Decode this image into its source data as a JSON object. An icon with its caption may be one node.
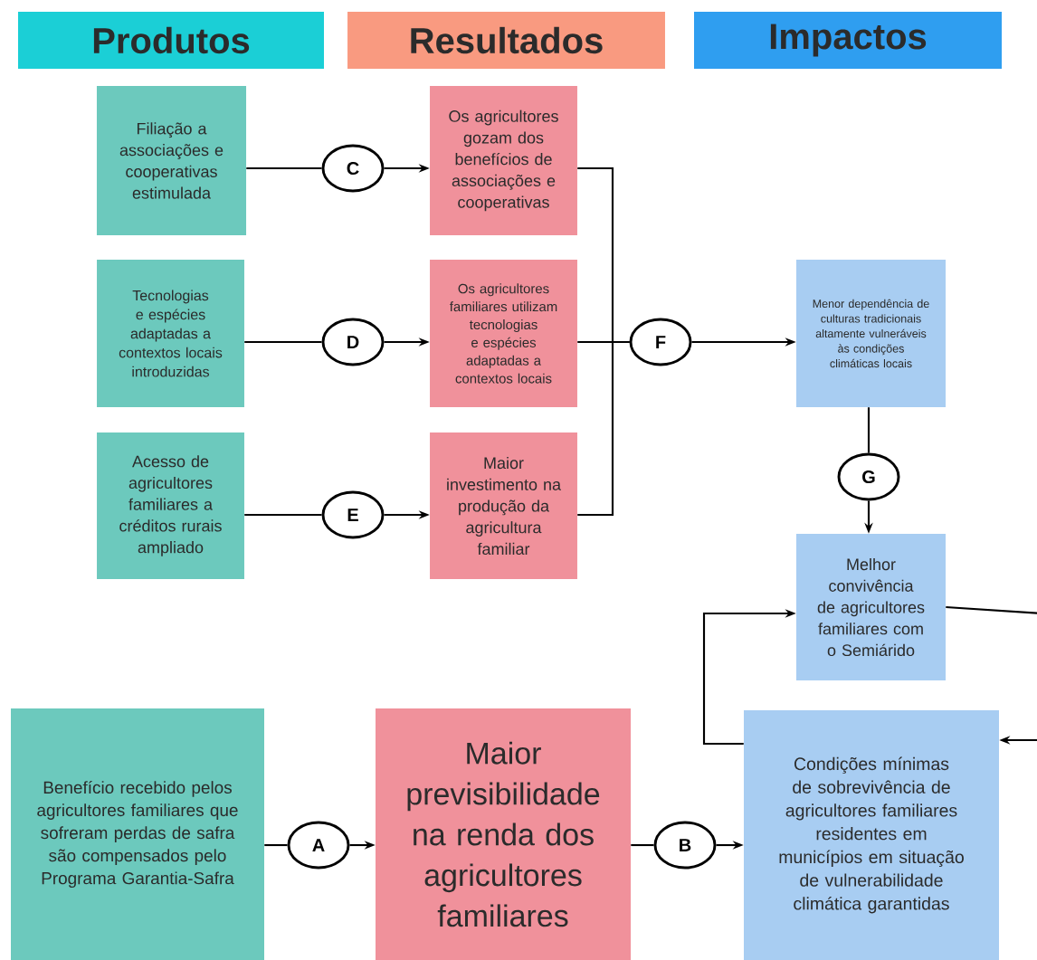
{
  "diagram": {
    "nodes": [
      {
        "text": [
          "Produtos"
        ]
      },
      {
        "text": [
          "Resultados"
        ]
      },
      {
        "text": [
          "Impactos"
        ]
      },
      {
        "text": [
          "Filiação a associações e cooperativas estimulada"
        ]
      },
      {
        "text": [
          "Os agricultores gozam dos benefícios de associações e cooperativas"
        ]
      },
      {
        "text": [
          "Tecnologias e espécies adaptadas a contextos locais introduzidas"
        ]
      },
      {
        "text": [
          "Os agricultores familiares utilizam tecnologias e espécies adaptadas a contextos locais"
        ]
      },
      {
        "text": [
          "Acesso de agricultores familiares a créditos rurais ampliado"
        ]
      },
      {
        "text": [
          "Maior investimento na produção da agricultura familiar"
        ]
      },
      {
        "text": [
          "Menor dependência de culturas tradicionais altamente vulneráveis às condições climáticas locais"
        ]
      },
      {
        "text": [
          "Melhor convivência de agricultores familiares com o Semiárido"
        ]
      },
      {
        "text": [
          "Benefício recebido pelos agricultores familiares que sofreram perdas de safra são compensados pelo Programa Garantia-Safra"
        ]
      },
      {
        "text": [
          "Maior previsibilidade na renda dos agricultores familiares"
        ]
      },
      {
        "text": [
          "Condições mínimas de sobrevivência de agricultores familiares residentes em municípios em situação de vulnerabilidade climática garantidas"
        ]
      },
      {
        "text": [
          "C"
        ]
      },
      {
        "text": [
          "D"
        ]
      },
      {
        "text": [
          "E"
        ]
      },
      {
        "text": [
          "F"
        ]
      },
      {
        "text": [
          "G"
        ]
      },
      {
        "text": [
          "A"
        ]
      },
      {
        "text": [
          "B"
        ]
      }
    ],
    "edges": [
      {
        "from": 3,
        "to": 14,
        "arrow": "none"
      },
      {
        "from": 14,
        "to": 4,
        "arrow": "to"
      },
      {
        "from": 5,
        "to": 15,
        "arrow": "none"
      },
      {
        "from": 15,
        "to": 6,
        "arrow": "to"
      },
      {
        "from": 7,
        "to": 16,
        "arrow": "none"
      },
      {
        "from": 16,
        "to": 8,
        "arrow": "to"
      },
      {
        "from": 4,
        "to": 17,
        "arrow": "none"
      },
      {
        "from": 6,
        "to": 17,
        "arrow": "none"
      },
      {
        "from": 8,
        "to": 17,
        "arrow": "none"
      },
      {
        "from": 17,
        "to": 9,
        "arrow": "to"
      },
      {
        "from": 9,
        "to": 18,
        "arrow": "none"
      },
      {
        "from": 18,
        "to": 10,
        "arrow": "to"
      },
      {
        "from": 11,
        "to": 19,
        "arrow": "none"
      },
      {
        "from": 19,
        "to": 12,
        "arrow": "to"
      },
      {
        "from": 12,
        "to": 20,
        "arrow": "none"
      },
      {
        "from": 20,
        "to": 13,
        "arrow": "to"
      },
      {
        "from": 10,
        "to": 13,
        "arrow": "to"
      },
      {
        "from": 13,
        "to": 10,
        "arrow": "to"
      }
    ]
  }
}
